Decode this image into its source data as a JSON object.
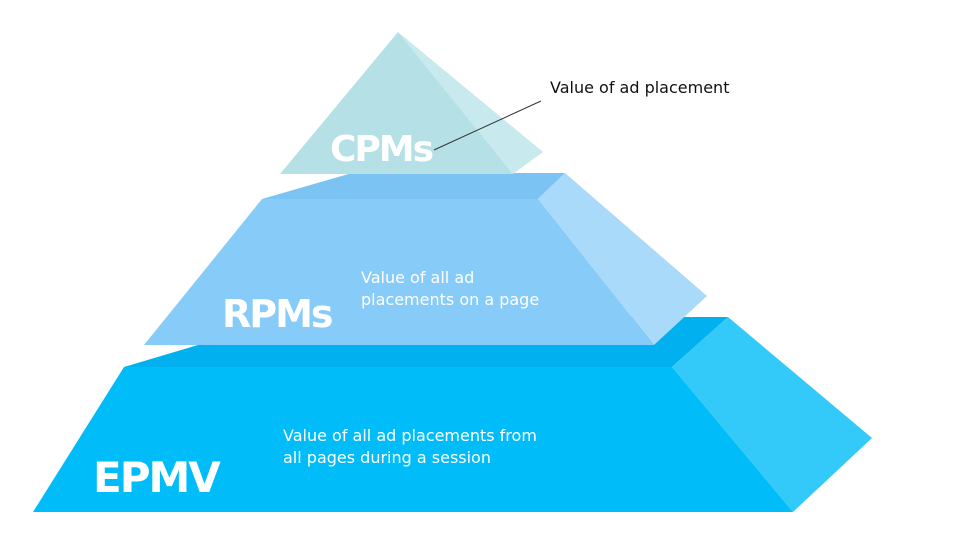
{
  "diagram": {
    "tiers": [
      {
        "label": "CPMs",
        "description": "Value of ad placement",
        "colors": {
          "face": "#b5e0e5",
          "side": "#c8e9ed",
          "back": "#a6d8de"
        }
      },
      {
        "label": "RPMs",
        "description_lines": [
          "Value of all ad",
          "placements on a page"
        ],
        "colors": {
          "face": "#87cbf8",
          "side": "#a9daf9",
          "back": "#7ac3f3"
        }
      },
      {
        "label": "EPMV",
        "description_lines": [
          "Value of all ad placements from",
          "all pages during a session"
        ],
        "colors": {
          "face": "#00bdfa",
          "side": "#33caf9",
          "back": "#00b0ef"
        }
      }
    ],
    "annotation_line_color": "#333333"
  }
}
